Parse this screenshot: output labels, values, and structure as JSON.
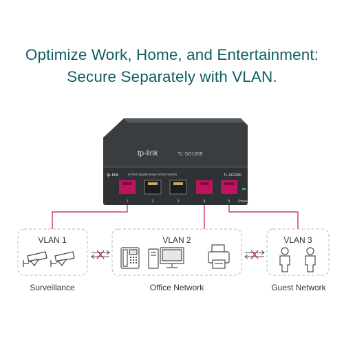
{
  "headline": {
    "line1": "Optimize Work, Home, and Entertainment:",
    "line2": "Secure Separately with VLAN."
  },
  "device": {
    "brand_top": "tp-link",
    "model_top": "TL-SG105E",
    "brand_front": "tp-link",
    "description": "5-Port Gigabit Easy Smart Switch",
    "model_front": "TL-SG105E",
    "port_labels": [
      "1",
      "2",
      "3",
      "4",
      "5"
    ],
    "power_label": "Power",
    "highlighted_ports": [
      1,
      4,
      5
    ]
  },
  "vlans": [
    {
      "name": "VLAN 1",
      "caption": "Surveillance",
      "icons": [
        "camera-icon",
        "camera-icon"
      ]
    },
    {
      "name": "VLAN 2",
      "caption": "Office Network",
      "icons": [
        "phone-icon",
        "desktop-computer-icon",
        "printer-icon"
      ]
    },
    {
      "name": "VLAN 3",
      "caption": "Guest Network",
      "icons": [
        "person-icon",
        "person-icon"
      ]
    }
  ],
  "isolation_markers": [
    "blocked-arrows-icon",
    "blocked-arrows-icon"
  ],
  "colors": {
    "headline": "#0f5f63",
    "accent": "#c0135f",
    "device_body": "#2f3235",
    "text": "#333333",
    "border": "#b9b9b9",
    "icon": "#4a4a4a"
  }
}
